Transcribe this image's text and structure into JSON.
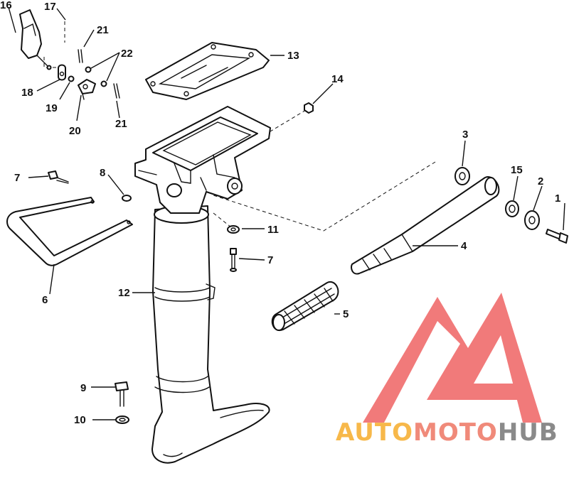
{
  "diagram": {
    "callouts": [
      {
        "id": "c1",
        "label": "1"
      },
      {
        "id": "c2",
        "label": "2"
      },
      {
        "id": "c3",
        "label": "3"
      },
      {
        "id": "c4",
        "label": "4"
      },
      {
        "id": "c5",
        "label": "5"
      },
      {
        "id": "c6",
        "label": "6"
      },
      {
        "id": "c7a",
        "label": "7"
      },
      {
        "id": "c7b",
        "label": "7"
      },
      {
        "id": "c8",
        "label": "8"
      },
      {
        "id": "c9",
        "label": "9"
      },
      {
        "id": "c10",
        "label": "10"
      },
      {
        "id": "c11",
        "label": "11"
      },
      {
        "id": "c12",
        "label": "12"
      },
      {
        "id": "c13",
        "label": "13"
      },
      {
        "id": "c14",
        "label": "14"
      },
      {
        "id": "c15",
        "label": "15"
      },
      {
        "id": "c16",
        "label": "16"
      },
      {
        "id": "c17",
        "label": "17"
      },
      {
        "id": "c18",
        "label": "18"
      },
      {
        "id": "c19",
        "label": "19"
      },
      {
        "id": "c20",
        "label": "20"
      },
      {
        "id": "c21a",
        "label": "21"
      },
      {
        "id": "c21b",
        "label": "21"
      },
      {
        "id": "c22",
        "label": "22"
      }
    ]
  },
  "watermark": {
    "word_1": "AUTO",
    "word_2": "MOTO",
    "word_3": "HUB",
    "colors": {
      "triangle": "#f06b6b",
      "auto": "#f7b84a",
      "moto": "#f08a7a",
      "hub": "#8a8a8a"
    }
  }
}
